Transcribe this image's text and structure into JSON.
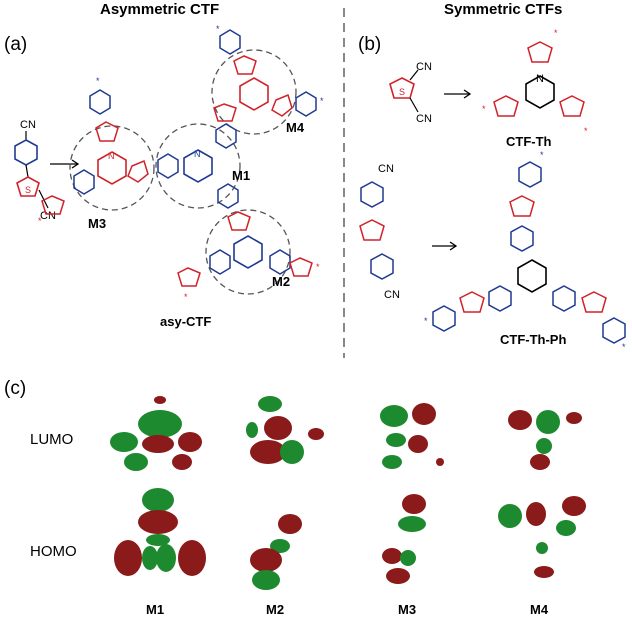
{
  "panel_a": {
    "letter": "(a)",
    "title": "Asymmetric CTF",
    "monomer_labels": [
      "CN",
      "CN"
    ],
    "fragments": [
      {
        "id": "M1",
        "label": "M1"
      },
      {
        "id": "M2",
        "label": "M2"
      },
      {
        "id": "M3",
        "label": "M3"
      },
      {
        "id": "M4",
        "label": "M4"
      }
    ],
    "framework_label": "asy-CTF",
    "ring_atoms": {
      "n": "N",
      "s": "S",
      "star": "*"
    }
  },
  "panel_b": {
    "letter": "(b)",
    "title": "Symmetric CTFs",
    "monomer1_labels": [
      "CN",
      "CN"
    ],
    "monomer2_labels": [
      "CN",
      "CN"
    ],
    "product1": "CTF-Th",
    "product2": "CTF-Th-Ph"
  },
  "panel_c": {
    "letter": "(c)",
    "rows": [
      "LUMO",
      "HOMO"
    ],
    "columns": [
      "M1",
      "M2",
      "M3",
      "M4"
    ]
  },
  "colors": {
    "phenyl": "#1f3a93",
    "thiophene": "#d1232a",
    "orbital_pos": "#1e8a2f",
    "orbital_neg": "#8b1a1a",
    "divider": "#888888"
  }
}
